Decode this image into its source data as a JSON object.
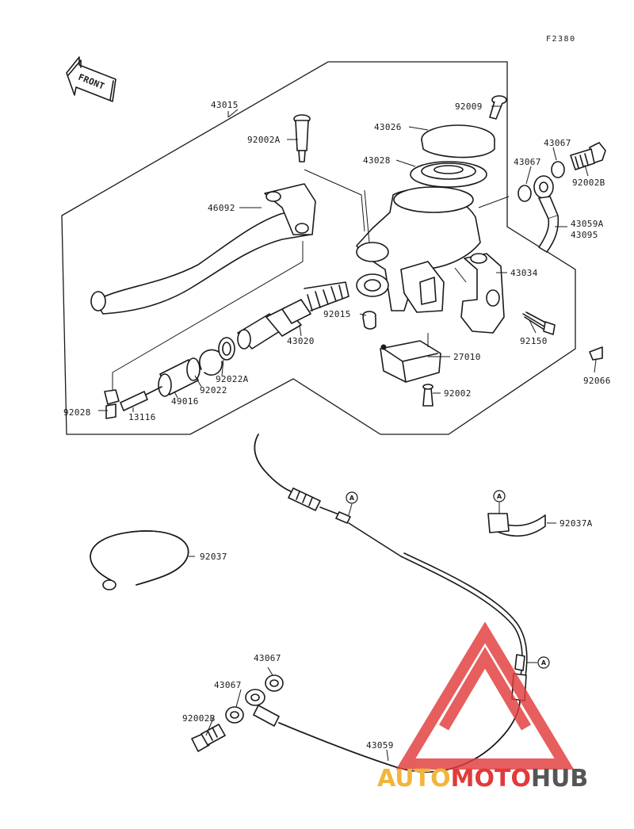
{
  "figure_code": "F2380",
  "front_arrow": {
    "label": "FRONT"
  },
  "labels": {
    "l_43015": "43015",
    "l_92002A": "92002A",
    "l_46092": "46092",
    "l_92009": "92009",
    "l_43026": "43026",
    "l_43028": "43028",
    "l_43067_a": "43067",
    "l_43067_b": "43067",
    "l_92002B_a": "92002B",
    "l_43059A": "43059A",
    "l_43095": "43095",
    "l_43034": "43034",
    "l_92015": "92015",
    "l_43020": "43020",
    "l_92150": "92150",
    "l_27010": "27010",
    "l_92022A": "92022A",
    "l_92022": "92022",
    "l_49016": "49016",
    "l_92066": "92066",
    "l_92028": "92028",
    "l_13116": "13116",
    "l_92002": "92002",
    "l_92037A": "92037A",
    "l_92037": "92037",
    "l_43067_c": "43067",
    "l_43067_d": "43067",
    "l_92002B_b": "92002B",
    "l_43059": "43059"
  },
  "callouts": {
    "a1": "A",
    "a2": "A",
    "a3": "A"
  },
  "watermark": {
    "part1": "AUTO",
    "part2": "MOTO",
    "part3": "HUB"
  },
  "colors": {
    "ink": "#1a1a1a",
    "watermark_red": "#e23a3a",
    "watermark_orange": "#f2b53a",
    "watermark_gray": "#555555"
  }
}
